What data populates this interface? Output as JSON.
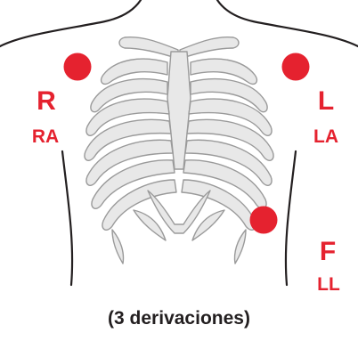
{
  "leads": {
    "right_arm": {
      "letter": "R",
      "code": "RA"
    },
    "left_arm": {
      "letter": "L",
      "code": "LA"
    },
    "left_leg": {
      "letter": "F",
      "code": "LL"
    }
  },
  "caption": "(3 derivaciones)",
  "colors": {
    "electrode": "#e5222f",
    "label": "#e5222f",
    "outline": "#231f20",
    "ribcage_fill": "#e8e8e8",
    "ribcage_stroke": "#9a9a9a",
    "caption": "#231f20"
  }
}
